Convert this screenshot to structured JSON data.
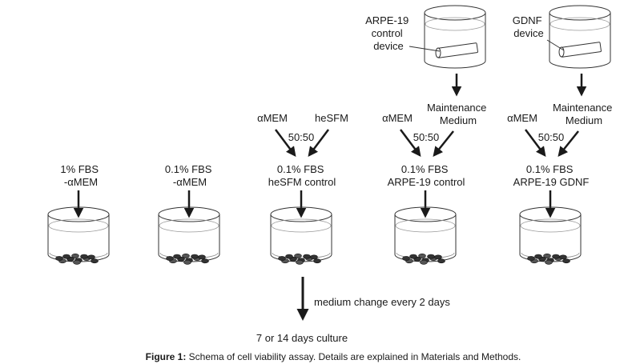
{
  "devices": [
    {
      "id": "arpe",
      "label_lines": [
        "ARPE-19",
        "control",
        "device"
      ]
    },
    {
      "id": "gdnf",
      "label_lines": [
        "GDNF",
        "device"
      ]
    }
  ],
  "mix": [
    {
      "id": "hesfm",
      "left": "αMEM",
      "right_lines": [
        "heSFM"
      ],
      "ratio": "50:50"
    },
    {
      "id": "arpe",
      "left": "αMEM",
      "right_lines": [
        "Maintenance",
        "Medium"
      ],
      "ratio": "50:50"
    },
    {
      "id": "gdnf",
      "left": "αMEM",
      "right_lines": [
        "Maintenance",
        "Medium"
      ],
      "ratio": "50:50"
    }
  ],
  "wells": [
    {
      "id": "w1",
      "label_lines": [
        "1% FBS",
        "-αMEM"
      ]
    },
    {
      "id": "w2",
      "label_lines": [
        "0.1% FBS",
        "-αMEM"
      ]
    },
    {
      "id": "w3",
      "label_lines": [
        "0.1% FBS",
        "heSFM control"
      ]
    },
    {
      "id": "w4",
      "label_lines": [
        "0.1% FBS",
        "ARPE-19 control"
      ]
    },
    {
      "id": "w5",
      "label_lines": [
        "0.1% FBS",
        "ARPE-19 GDNF"
      ]
    }
  ],
  "medium_change": "medium change every 2 days",
  "culture": "7 or 14 days culture",
  "caption": {
    "bold": "Figure 1:",
    "text": " Schema of cell viability assay. Details are explained in Materials and Methods."
  }
}
